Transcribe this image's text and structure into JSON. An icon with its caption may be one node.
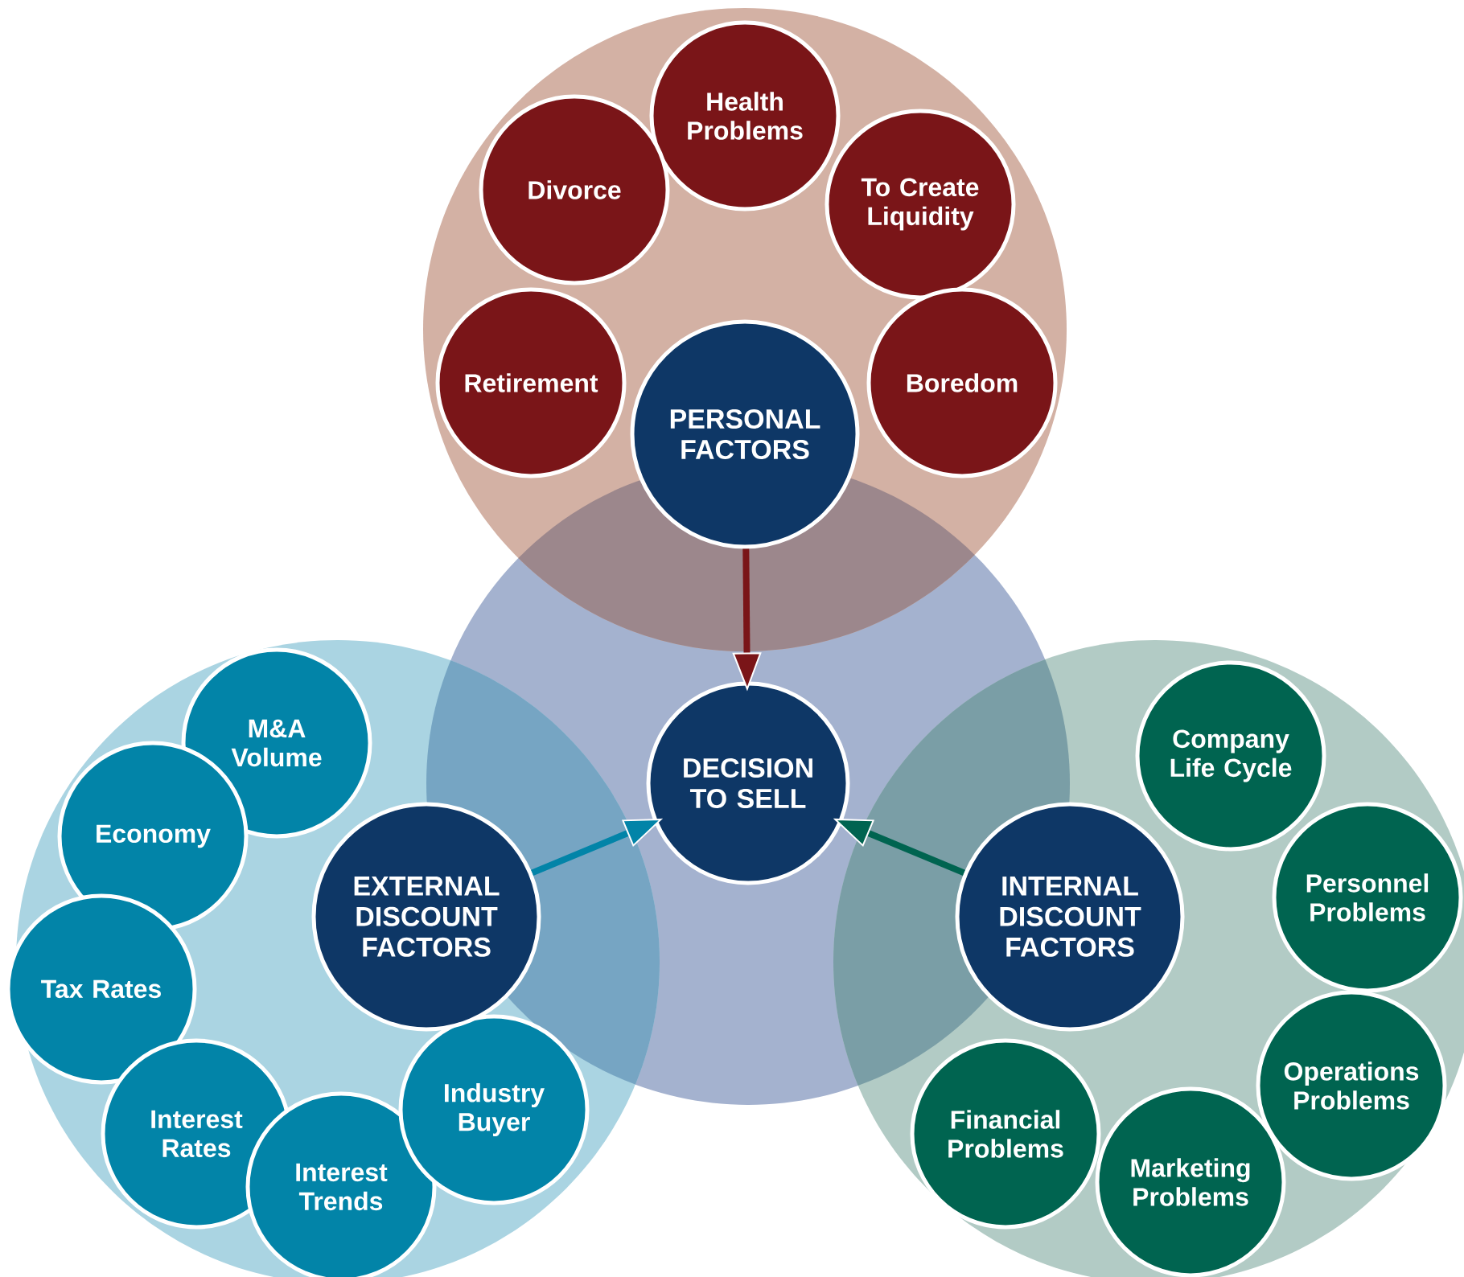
{
  "diagram": {
    "nodes": [
      {
        "text": [
          "Health Problems"
        ]
      },
      {
        "text": [
          "Divorce"
        ]
      },
      {
        "text": [
          "To Create Liquidity"
        ]
      },
      {
        "text": [
          "Retirement"
        ]
      },
      {
        "text": [
          "Boredom"
        ]
      },
      {
        "text": [
          "PERSONAL FACTORS"
        ]
      },
      {
        "text": [
          "DECISION TO SELL"
        ]
      },
      {
        "text": [
          "M&A Volume"
        ]
      },
      {
        "text": [
          "Economy"
        ]
      },
      {
        "text": [
          "Tax Rates"
        ]
      },
      {
        "text": [
          "Interest Rates"
        ]
      },
      {
        "text": [
          "Interest Trends"
        ]
      },
      {
        "text": [
          "Industry Buyer"
        ]
      },
      {
        "text": [
          "EXTERNAL DISCOUNT FACTORS"
        ]
      },
      {
        "text": [
          "Company Life Cycle"
        ]
      },
      {
        "text": [
          "Personnel Problems"
        ]
      },
      {
        "text": [
          "Operations Problems"
        ]
      },
      {
        "text": [
          "Marketing Problems"
        ]
      },
      {
        "text": [
          "Financial Problems"
        ]
      },
      {
        "text": [
          "INTERNAL DISCOUNT FACTORS"
        ]
      }
    ],
    "edges": [
      {
        "from": 5,
        "to": 6,
        "arrow": "to",
        "color": "#7a1518"
      },
      {
        "from": 13,
        "to": 6,
        "arrow": "to",
        "color": "#0284a8"
      },
      {
        "from": 19,
        "to": 6,
        "arrow": "to",
        "color": "#006450"
      }
    ]
  }
}
